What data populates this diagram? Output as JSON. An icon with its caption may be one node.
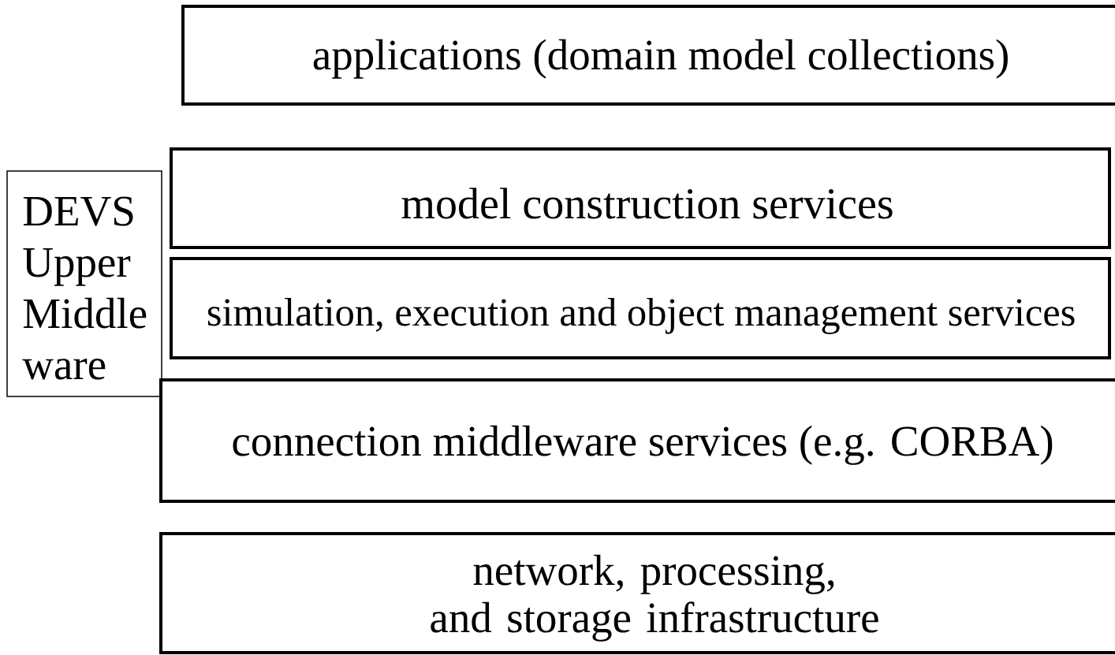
{
  "diagram": {
    "nodes": [
      {
        "text": [
          "applications (domain model collections)"
        ]
      },
      {
        "text": [
          "DEVS Upper Middle ware"
        ]
      },
      {
        "text": [
          "model construction services"
        ]
      },
      {
        "text": [
          "simulation, execution and object management services"
        ]
      },
      {
        "text": [
          "connection middleware services (e.g. CORBA)"
        ]
      },
      {
        "text": [
          "network, processing, and storage infrastructure"
        ]
      }
    ]
  }
}
